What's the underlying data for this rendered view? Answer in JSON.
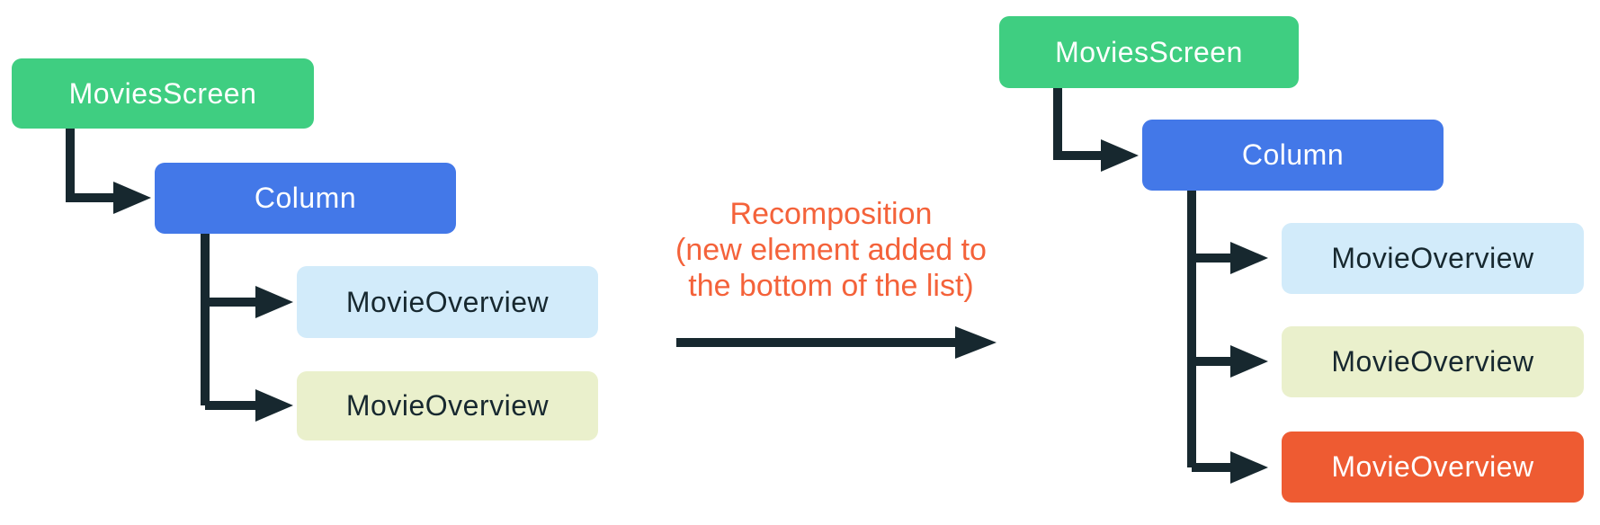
{
  "diagram": {
    "left_tree": {
      "root": "MoviesScreen",
      "child": "Column",
      "items": [
        "MovieOverview",
        "MovieOverview"
      ]
    },
    "right_tree": {
      "root": "MoviesScreen",
      "child": "Column",
      "items": [
        "MovieOverview",
        "MovieOverview",
        "MovieOverview"
      ]
    },
    "annotation": {
      "line1": "Recomposition",
      "line2": "(new element added to",
      "line3": "the bottom of the list)"
    },
    "colors": {
      "root_green": "#3FCE81",
      "column_blue": "#4378E8",
      "item_lightblue": "#D2EBFA",
      "item_lightyellow": "#EAF0CC",
      "item_orange": "#EE5B32",
      "annotation_orange": "#F4623A",
      "connector_dark": "#17282F"
    }
  }
}
